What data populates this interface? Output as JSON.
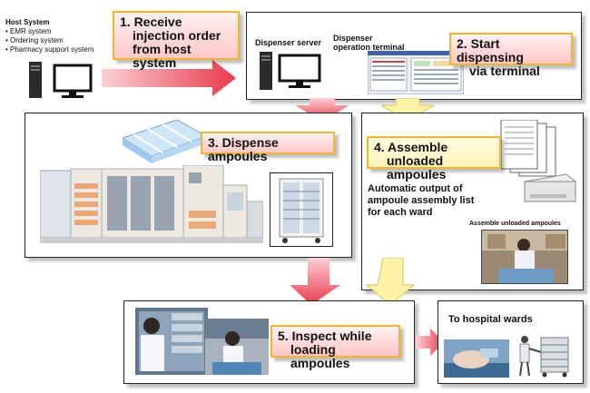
{
  "host": {
    "title": "Host System",
    "items": [
      "• EMR system",
      "• Ordering system",
      "• Pharmacy support system"
    ]
  },
  "steps": {
    "s1": {
      "line1": "1. Receive",
      "line2": "injection  order",
      "line3": "from host system"
    },
    "s2": {
      "line1": "2. Start dispensing",
      "line2": "via terminal"
    },
    "s3": {
      "line1": "3. Dispense ampoules"
    },
    "s4": {
      "line1": "4. Assemble",
      "line2": "unloaded ampoules"
    },
    "s5": {
      "line1": "5. Inspect while",
      "line2": "loading ampoules"
    }
  },
  "labels": {
    "dispenser_server": "Dispenser server",
    "terminal_line1": "Dispenser",
    "terminal_line2": "operation terminal",
    "auto_line1": "Automatic output of",
    "auto_line2": "ampoule assembly list",
    "auto_line3": "for each ward",
    "assemble_photo": "Assemble unloaded ampoules",
    "wards": "To hospital wards"
  },
  "colors": {
    "red_arrow": "#e8394b",
    "yellow_arrow": "#fff3a8",
    "step_border": "#f3b52b",
    "step_fill": "#ffd9d9"
  }
}
